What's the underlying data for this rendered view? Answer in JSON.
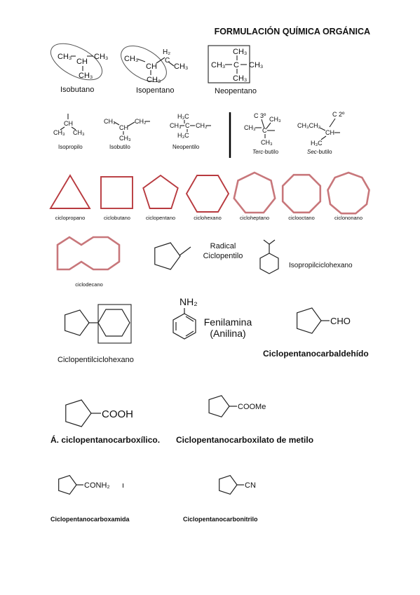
{
  "title": "FORMULACIÓN QUÍMICA ORGÁNICA",
  "alkanes": {
    "isobutano": {
      "name": "Isobutano",
      "ch3_left": "CH₃",
      "ch": "CH",
      "ch3_right": "CH₃",
      "ch3_bottom": "CH₃"
    },
    "isopentano": {
      "name": "Isopentano",
      "h2": "H₂",
      "ch3_left": "CH₃",
      "ch": "CH",
      "c": "C",
      "ch3_right": "CH₃",
      "ch3_bottom": "CH₃"
    },
    "neopentano": {
      "name": "Neopentano",
      "ch3_top": "CH₃",
      "ch3_left": "CH₃",
      "c": "C",
      "ch3_right": "CH₃",
      "ch3_bottom": "CH₃"
    }
  },
  "radicals": {
    "isopropilo": {
      "name": "Isopropilo",
      "ch": "CH",
      "ch3_left": "CH₃",
      "ch3_right": "CH₃"
    },
    "isobutilo": {
      "name": "Isobutilo",
      "ch3_top": "CH₃",
      "ch": "CH",
      "ch2": "CH₂",
      "ch3_bottom": "CH₃"
    },
    "neopentilo": {
      "name": "Neopentilo",
      "h3c_top": "H₃C",
      "ch3_left": "CH₃",
      "c": "C",
      "ch2": "CH₂",
      "h3c_bottom": "H₃C"
    },
    "terc_butilo": {
      "name_italic": "Terc",
      "name_rest": "-butilo",
      "label": "C 3º",
      "ch3_top": "CH₃",
      "ch3_left": "CH₃",
      "c": "C",
      "ch3_bottom": "CH₃"
    },
    "sec_butilo": {
      "name_italic": "Sec",
      "name_rest": "-butilo",
      "label": "C 2º",
      "ch3ch2": "CH₃CH₂",
      "ch": "CH",
      "h3c": "H₃C"
    }
  },
  "cycloalkanes": [
    "ciclopropano",
    "ciclobutano",
    "ciclopentano",
    "ciclohexano",
    "cicloheptano",
    "ciclooctano",
    "ciclononano"
  ],
  "ciclodecano": "ciclodecano",
  "radical_ciclopentilo": {
    "line1": "Radical",
    "line2": "Ciclopentilo"
  },
  "isopropilciclohexano": "Isopropilciclohexano",
  "ciclopentilciclohexano": "Ciclopentilciclohexano",
  "fenilamina": {
    "nh2": "NH₂",
    "line1": "Fenilamina",
    "line2": "(Anilina)"
  },
  "carbaldehido": {
    "group": "CHO",
    "name": "Ciclopentanocarbaldehído"
  },
  "carboxilico": {
    "group": "COOH",
    "name": "Á. ciclopentanocarboxílico."
  },
  "carboxilato": {
    "group": "COOMe",
    "name": "Ciclopentanocarboxilato de metilo"
  },
  "carboxamida": {
    "group": "CONH₂",
    "mark": "ı",
    "name": "Ciclopentanocarboxamida"
  },
  "carbonitrilo": {
    "group": "CN",
    "name": "Ciclopentanocarbonitrilo"
  },
  "colors": {
    "ring_red": "#b83a3f",
    "ring_red_light": "#c8777b",
    "bond": "#222222"
  }
}
